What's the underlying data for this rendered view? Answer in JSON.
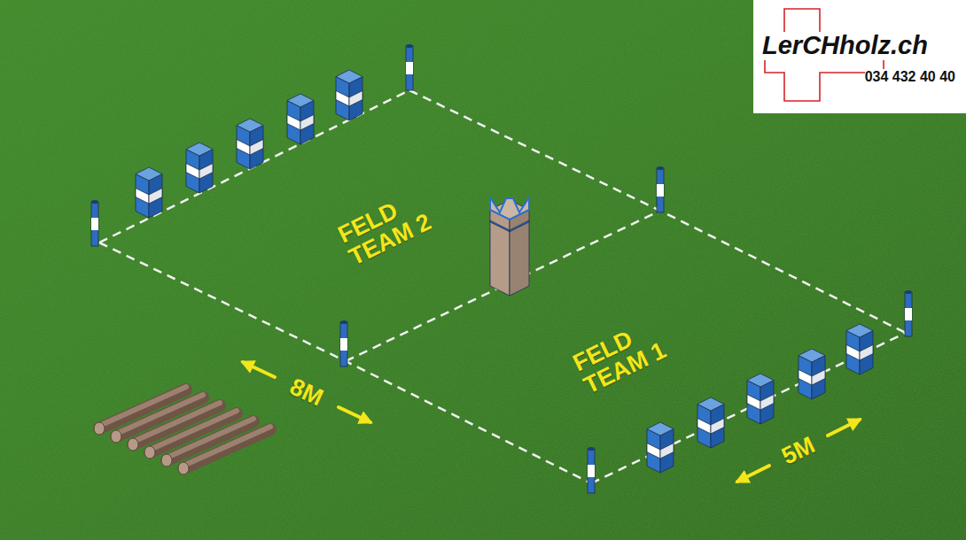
{
  "diagram": {
    "nodes": [
      {
        "text": [
          "LerCHholz.ch",
          "034 432 40 40"
        ]
      }
    ],
    "labels": [
      "FELD TEAM 2",
      "FELD TEAM 1",
      "8M",
      "5M"
    ]
  }
}
